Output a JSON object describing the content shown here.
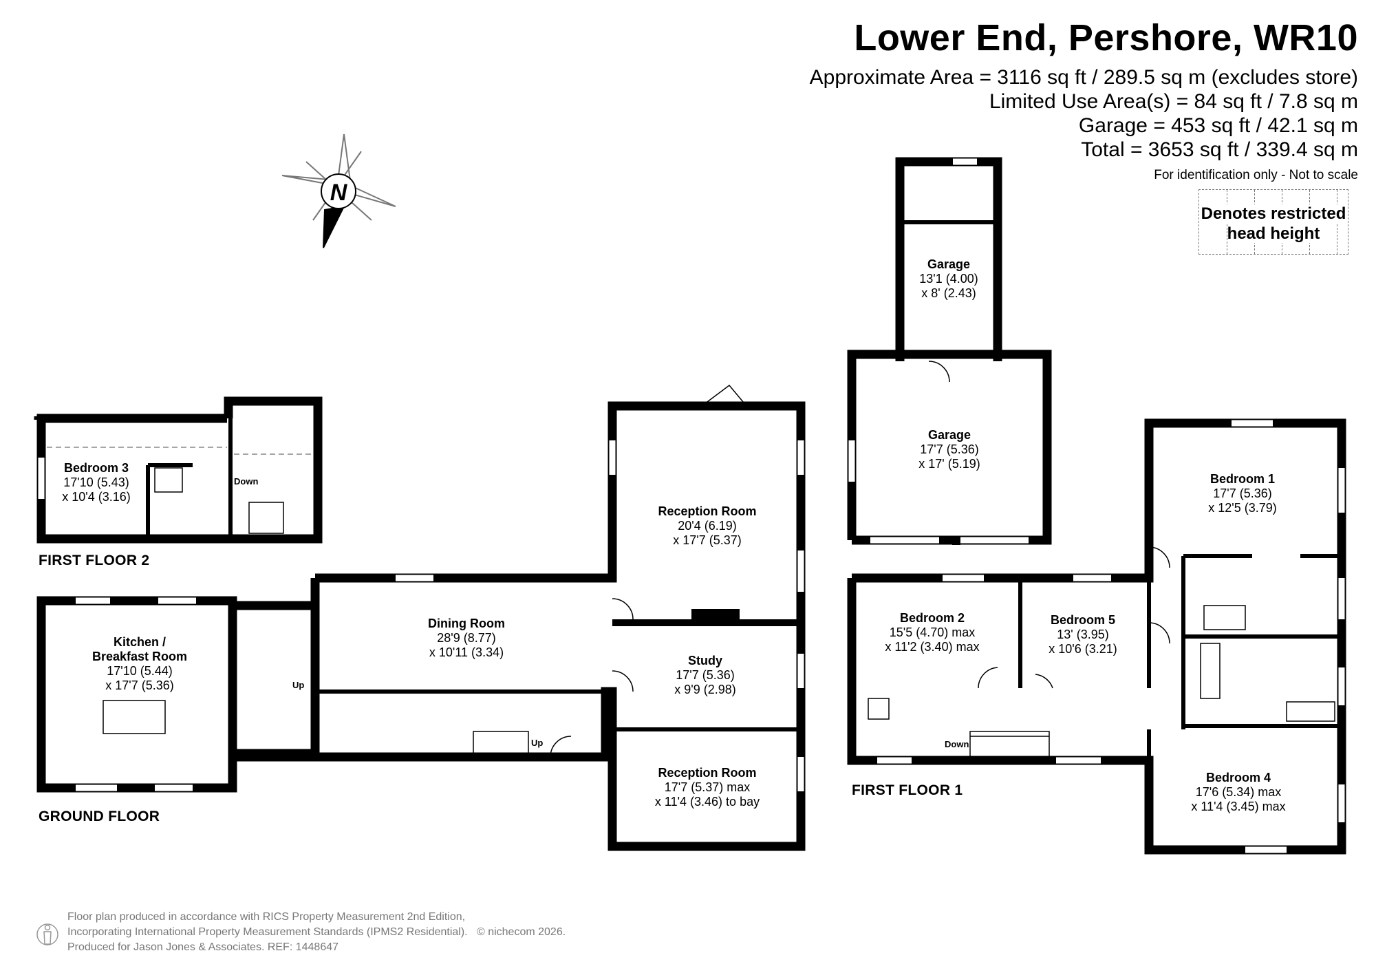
{
  "header": {
    "title": "Lower End, Pershore, WR10",
    "area_lines": [
      "Approximate Area = 3116 sq ft / 289.5 sq m (excludes store)",
      "Limited Use Area(s) = 84 sq ft / 7.8 sq m",
      "Garage = 453 sq ft / 42.1 sq m",
      "Total = 3653 sq ft / 339.4 sq m"
    ],
    "note": "For identification only - Not to scale"
  },
  "legend": {
    "line1": "Denotes restricted",
    "line2": "head height"
  },
  "compass": {
    "letter": "N"
  },
  "floors": {
    "first_floor_2": "FIRST FLOOR 2",
    "ground_floor": "GROUND FLOOR",
    "first_floor_1": "FIRST FLOOR 1"
  },
  "rooms": {
    "bedroom3": {
      "name": "Bedroom 3",
      "dim1": "17'10 (5.43)",
      "dim2": "x 10'4 (3.16)"
    },
    "kitchen": {
      "name": "Kitchen /",
      "name2": "Breakfast Room",
      "dim1": "17'10 (5.44)",
      "dim2": "x 17'7 (5.36)"
    },
    "dining": {
      "name": "Dining Room",
      "dim1": "28'9 (8.77)",
      "dim2": "x 10'11 (3.34)"
    },
    "reception1": {
      "name": "Reception Room",
      "dim1": "20'4 (6.19)",
      "dim2": "x 17'7 (5.37)"
    },
    "study": {
      "name": "Study",
      "dim1": "17'7 (5.36)",
      "dim2": "x 9'9 (2.98)"
    },
    "reception2": {
      "name": "Reception Room",
      "dim1": "17'7 (5.37) max",
      "dim2": "x 11'4 (3.46) to bay"
    },
    "garage_small": {
      "name": "Garage",
      "dim1": "13'1 (4.00)",
      "dim2": "x 8' (2.43)"
    },
    "garage_large": {
      "name": "Garage",
      "dim1": "17'7 (5.36)",
      "dim2": "x 17' (5.19)"
    },
    "bedroom1": {
      "name": "Bedroom 1",
      "dim1": "17'7 (5.36)",
      "dim2": "x 12'5 (3.79)"
    },
    "bedroom2": {
      "name": "Bedroom 2",
      "dim1": "15'5 (4.70) max",
      "dim2": "x 11'2 (3.40) max"
    },
    "bedroom5": {
      "name": "Bedroom 5",
      "dim1": "13' (3.95)",
      "dim2": "x 10'6 (3.21)"
    },
    "bedroom4": {
      "name": "Bedroom 4",
      "dim1": "17'6 (5.34) max",
      "dim2": "x 11'4 (3.45) max"
    }
  },
  "stair_labels": {
    "down_ff2": "Down",
    "up_hall": "Up",
    "up_stairs": "Up",
    "down_ff1": "Down"
  },
  "footer": {
    "line1": "Floor plan produced in accordance with RICS Property Measurement 2nd Edition,",
    "line2": "Incorporating International Property Measurement Standards (IPMS2 Residential).",
    "copyright": "© nichecom 2026.",
    "line3": "Produced for Jason Jones & Associates.   REF: 1448647"
  },
  "colors": {
    "wall": "#000000",
    "window": "#ffffff",
    "restricted": "#888888",
    "footer_text": "#777777"
  }
}
